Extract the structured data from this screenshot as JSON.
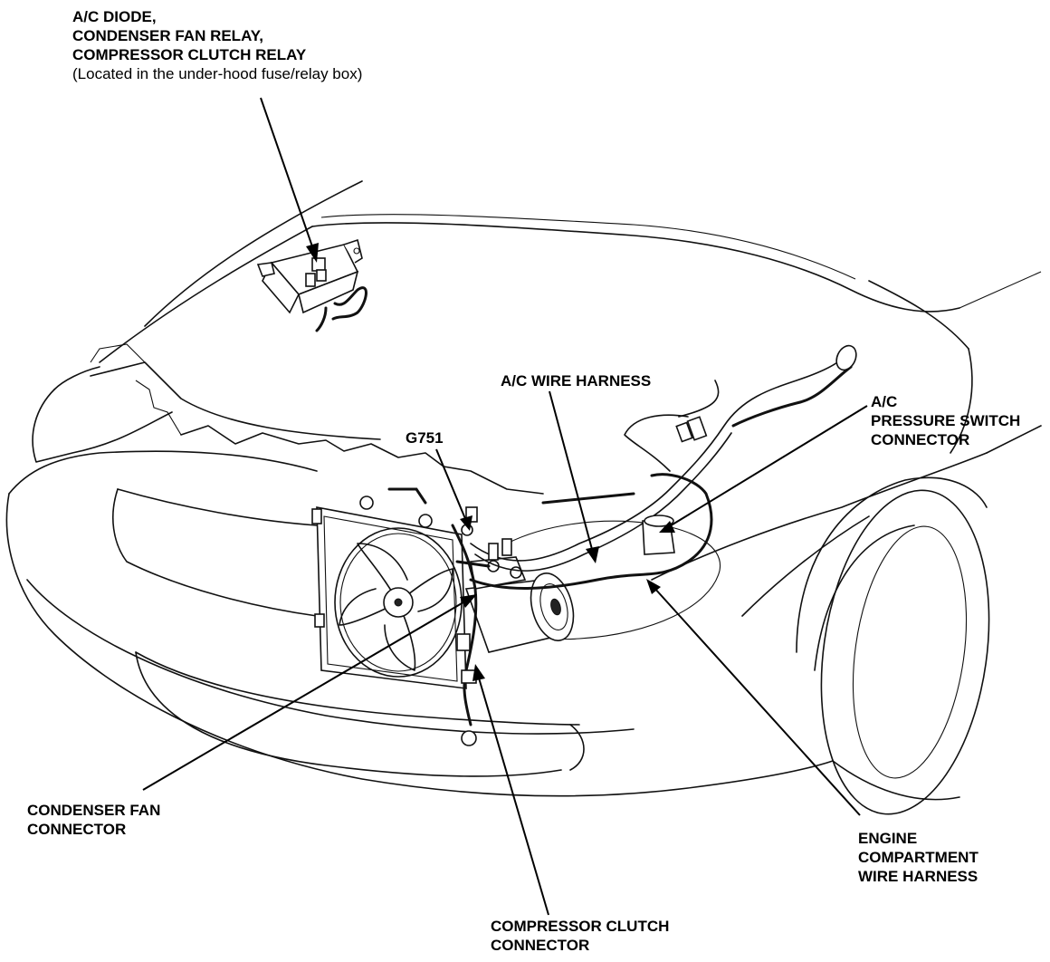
{
  "labels": {
    "relay_box": {
      "lines": [
        "A/C DIODE,",
        "CONDENSER FAN RELAY,",
        "COMPRESSOR CLUTCH RELAY"
      ],
      "note": "(Located in the under-hood fuse/relay box)"
    },
    "ac_wire_harness": "A/C WIRE HARNESS",
    "ac_pressure_switch": [
      "A/C",
      "PRESSURE SWITCH",
      "CONNECTOR"
    ],
    "g751": "G751",
    "condenser_fan_connector": [
      "CONDENSER FAN",
      "CONNECTOR"
    ],
    "engine_compartment_harness": [
      "ENGINE",
      "COMPARTMENT",
      "WIRE HARNESS"
    ],
    "compressor_clutch_connector": [
      "COMPRESSOR CLUTCH",
      "CONNECTOR"
    ]
  }
}
